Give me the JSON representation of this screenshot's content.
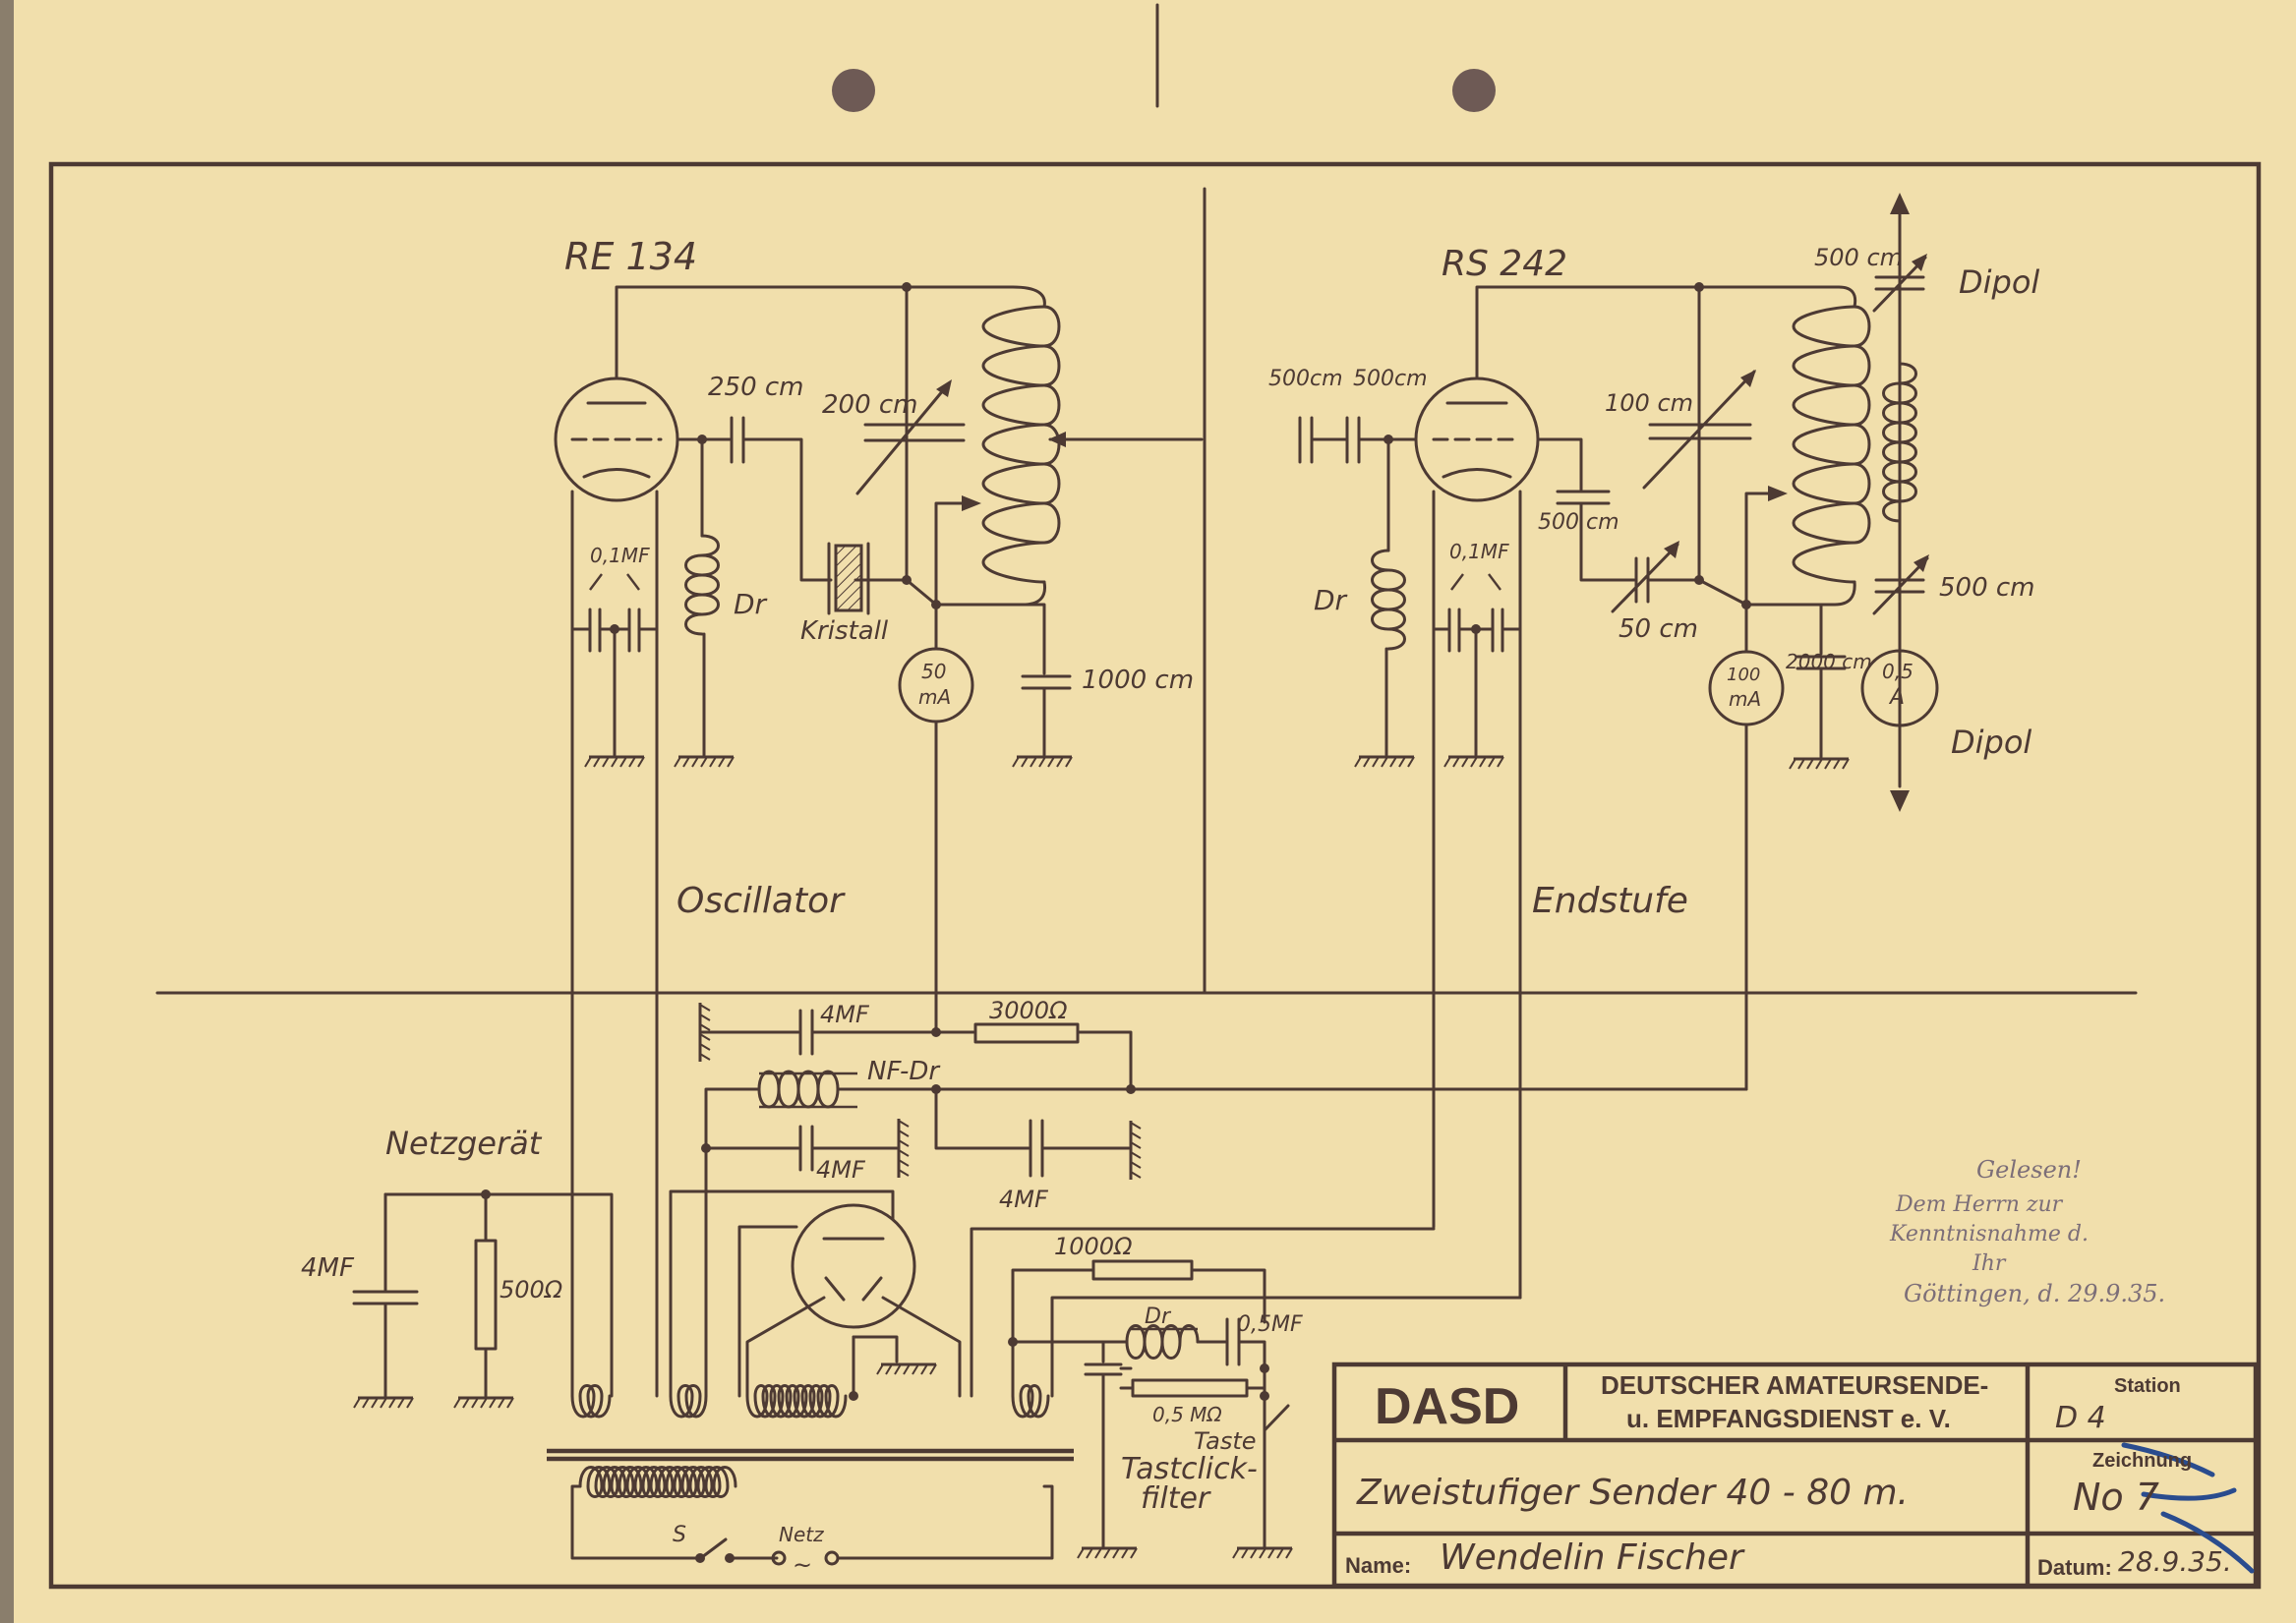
{
  "diagram": {
    "labels": {
      "tube_osc": "RE 134",
      "tube_out": "RS 242",
      "c_250": "250 cm",
      "c_200": "200 cm",
      "kristall": "Kristall",
      "c_01_left": "0,1MF",
      "dr_left": "Dr",
      "meter_50_top": "50",
      "meter_50_bot": "mA",
      "c_1000": "1000 cm",
      "c_500a": "500cm",
      "c_500b": "500cm",
      "dr_right": "Dr",
      "c_01_right": "0,1MF",
      "c_100": "100 cm",
      "c_500_grid": "500 cm",
      "c_50": "50 cm",
      "meter_100_top": "100",
      "meter_100_bot": "mA",
      "c_2000": "2000 cm",
      "meter_05_top": "0,5",
      "meter_05_bot": "A",
      "c_500_ant_top": "500 cm",
      "c_500_ant_bot": "500 cm",
      "dipol_top": "Dipol",
      "dipol_bot": "Dipol",
      "section_osc": "Oscillator",
      "section_out": "Endstufe",
      "c_4mf_1": "4MF",
      "r_3000": "3000Ω",
      "nf_dr": "NF-Dr",
      "c_4mf_2": "4MF",
      "c_4mf_3": "4MF",
      "netzgeraet": "Netzgerät",
      "c_4mf_psu": "4MF",
      "r_500": "500Ω",
      "r_1000": "1000Ω",
      "dr_filter": "Dr",
      "c_05mf": "0,5MF",
      "r_05m": "0,5 MΩ",
      "taste": "Taste",
      "filter_1": "Tastclick-",
      "filter_2": "filter",
      "switch_s": "S",
      "netz": "Netz",
      "netz_sym": "~"
    },
    "annotation": [
      "Gelesen!",
      "Dem Herrn zur",
      "Kenntnisnahme d.",
      "Ihr",
      "Göttingen, d. 29.9.35."
    ]
  },
  "title_block": {
    "org_short": "DASD",
    "org_line1": "DEUTSCHER AMATEURSENDE-",
    "org_line2": "u. EMPFANGSDIENST e. V.",
    "station_label": "Station",
    "station_value": "D 4",
    "drawing_label": "Zeichnung",
    "drawing_value": "No 7",
    "title": "Zweistufiger Sender  40 - 80 m.",
    "name_label": "Name:",
    "name_value": "Wendelin Fischer",
    "date_label": "Datum:",
    "date_value": "28.9.35."
  }
}
